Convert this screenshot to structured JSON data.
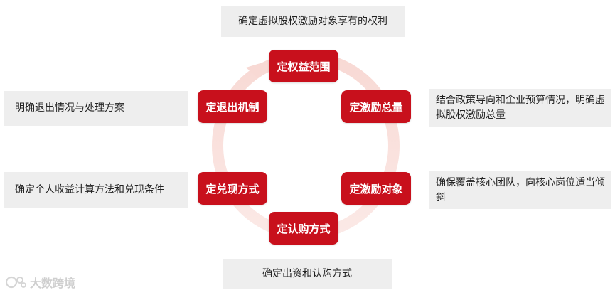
{
  "colors": {
    "node_fill": "#c8101c",
    "node_text": "#ffffff",
    "desc_fill": "#eeeeee",
    "ring": "#f6d4d0"
  },
  "nodes": {
    "top": "定权益范围",
    "right_top": "定激励总量",
    "right_bottom": "定激励对象",
    "bottom": "定认购方式",
    "left_bottom": "定兑现方式",
    "left_top": "定退出机制"
  },
  "descriptions": {
    "top": "确定虚拟股权激励对象享有的权利",
    "right_top": "结合政策导向和企业预算情况，明确虚拟股权激励总量",
    "right_bottom": "确保覆盖核心团队，向核心岗位适当倾斜",
    "bottom": "确定出资和认购方式",
    "left_bottom": "确定个人收益计算方法和兑现条件",
    "left_top": "明确退出情况与处理方案"
  },
  "watermark": {
    "text": "大数跨境",
    "icon": "logo-icon"
  }
}
